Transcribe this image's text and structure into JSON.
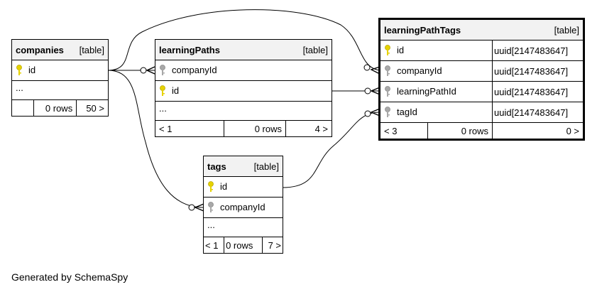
{
  "tables": {
    "companies": {
      "name": "companies",
      "kind": "[table]",
      "columns": [
        {
          "name": "id",
          "key": "primary"
        }
      ],
      "ellipsis": "...",
      "footer": {
        "parents": "",
        "rows": "0 rows",
        "children": "50 >"
      }
    },
    "learningPaths": {
      "name": "learningPaths",
      "kind": "[table]",
      "columns": [
        {
          "name": "companyId",
          "key": "foreign"
        },
        {
          "name": "id",
          "key": "primary"
        }
      ],
      "ellipsis": "...",
      "footer": {
        "parents": "< 1",
        "rows": "0 rows",
        "children": "4 >"
      }
    },
    "learningPathTags": {
      "name": "learningPathTags",
      "kind": "[table]",
      "columns": [
        {
          "name": "id",
          "type": "uuid[2147483647]",
          "key": "primary"
        },
        {
          "name": "companyId",
          "type": "uuid[2147483647]",
          "key": "foreign"
        },
        {
          "name": "learningPathId",
          "type": "uuid[2147483647]",
          "key": "foreign"
        },
        {
          "name": "tagId",
          "type": "uuid[2147483647]",
          "key": "foreign"
        }
      ],
      "footer": {
        "parents": "< 3",
        "rows": "0 rows",
        "children": "0 >"
      }
    },
    "tags": {
      "name": "tags",
      "kind": "[table]",
      "columns": [
        {
          "name": "id",
          "key": "primary"
        },
        {
          "name": "companyId",
          "key": "foreign"
        }
      ],
      "ellipsis": "...",
      "footer": {
        "parents": "< 1",
        "rows": "0 rows",
        "children": "7 >"
      }
    }
  },
  "colors": {
    "primary_key": "#e6d200",
    "foreign_key": "#a8a8a8"
  },
  "footer_text": "Generated by SchemaSpy"
}
